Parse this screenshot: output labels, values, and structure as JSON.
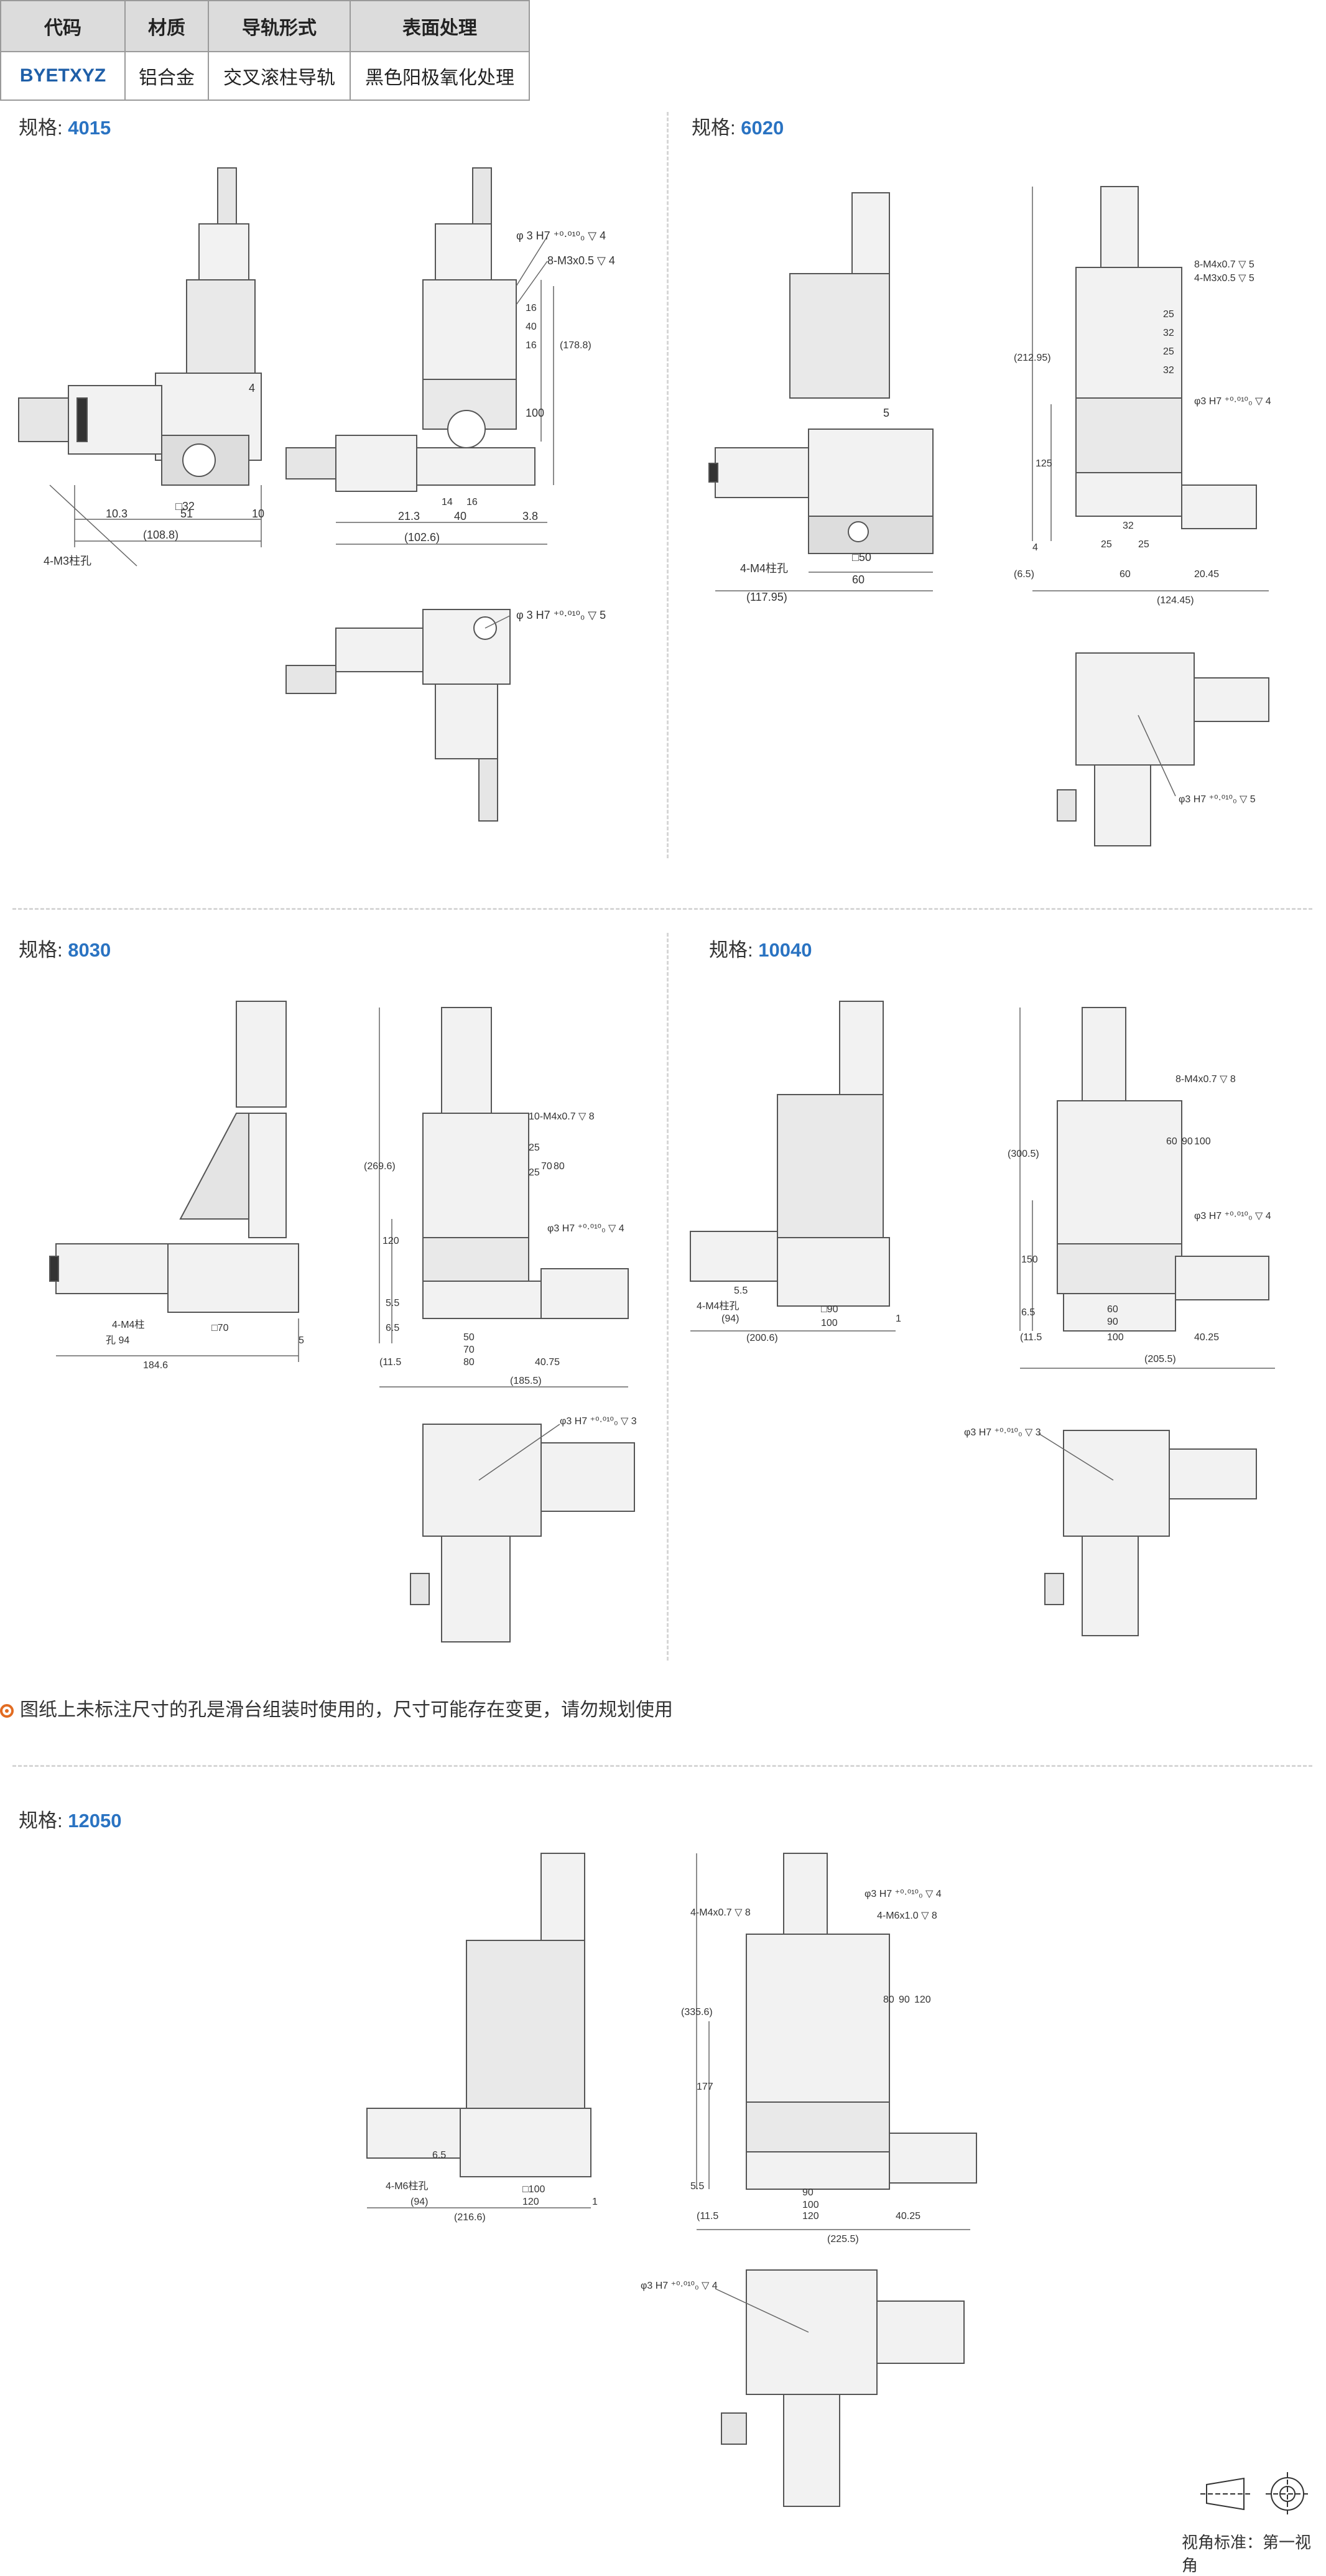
{
  "spec_table": {
    "headers": [
      "代码",
      "材质",
      "导轨形式",
      "表面处理"
    ],
    "row": [
      "BYETXYZ",
      "铝合金",
      "交叉滚柱导轨",
      "黑色阳极氧化处理"
    ]
  },
  "spec_label": "规格:",
  "sections": {
    "s4015": {
      "size": "4015",
      "dims": {
        "phi3_h7": "φ 3 H7 ⁺⁰·⁰¹⁰₀ ▽ 4",
        "m3": "8-M3x0.5 ▽ 4",
        "d16a": "16",
        "d40": "40",
        "d16b": "16",
        "d178": "(178.8)",
        "d100": "100",
        "d4": "4",
        "d10_3": "10.3",
        "d51": "51",
        "d10": "10",
        "d108": "(108.8)",
        "d32": "□32",
        "counterbore": "4-M3柱孔",
        "d21_3": "21.3",
        "d40b": "40",
        "d3_8": "3.8",
        "d102": "(102.6)",
        "d14": "14",
        "d16c": "16",
        "phi3_h7_b": "φ 3 H7 ⁺⁰·⁰¹⁰₀ ▽ 5"
      }
    },
    "s6020": {
      "size": "6020",
      "dims": {
        "d5": "5",
        "counterbore": "4-M4柱孔",
        "d50": "□50",
        "d60": "60",
        "d117": "(117.95)",
        "m4": "8-M4x0.7 ▽ 5",
        "m3": "4-M3x0.5 ▽ 5",
        "d25a": "25",
        "d32a": "32",
        "d25b": "25",
        "d32b": "32",
        "phi3": "φ3 H7 ⁺⁰·⁰¹⁰₀ ▽ 4",
        "d212": "(212.95)",
        "d125": "125",
        "d6_5": "(6.5)",
        "d4": "4",
        "d32c": "32",
        "d25c": "25",
        "d25d": "25",
        "d60b": "60",
        "d20_45": "20.45",
        "d124": "(124.45)",
        "phi3_b": "φ3 H7 ⁺⁰·⁰¹⁰₀ ▽ 5"
      }
    },
    "s8030": {
      "size": "8030",
      "dims": {
        "counterbore": "4-M4柱",
        "hole": "孔 94",
        "d70": "□70",
        "d184": "184.6",
        "d5": "5",
        "m4": "10-M4x0.7 ▽ 8",
        "d25a": "25",
        "d25b": "25",
        "d70b": "70",
        "d80": "80",
        "phi3": "φ3 H7 ⁺⁰·⁰¹⁰₀ ▽ 4",
        "d269": "(269.6)",
        "d120": "120",
        "d5_5": "5.5",
        "d6_5": "6.5",
        "d50": "50",
        "d70c": "70",
        "d11_5": "(11.5",
        "d80b": "80",
        "d40_75": "40.75",
        "d185": "(185.5)",
        "phi3_b": "φ3 H7 ⁺⁰·⁰¹⁰₀ ▽ 3"
      }
    },
    "s10040": {
      "size": "10040",
      "dims": {
        "d5_5": "5.5",
        "counterbore": "4-M4柱孔",
        "hole": "(94)",
        "d90": "□90",
        "d100": "100",
        "d200": "(200.6)",
        "d1": "1",
        "m4": "8-M4x0.7 ▽ 8",
        "d60": "60",
        "d90b": "90",
        "d100b": "100",
        "phi3": "φ3 H7 ⁺⁰·⁰¹⁰₀ ▽ 4",
        "d300": "(300.5)",
        "d150": "150",
        "d6_5": "6.5",
        "d60b": "60",
        "d90c": "90",
        "d11_5": "(11.5",
        "d100c": "100",
        "d40_25": "40.25",
        "d205": "(205.5)",
        "phi3_b": "φ3 H7 ⁺⁰·⁰¹⁰₀ ▽ 3"
      }
    },
    "s12050": {
      "size": "12050",
      "dims": {
        "d6_5": "6.5",
        "counterbore": "4-M6柱孔",
        "hole": "(94)",
        "d100": "□100",
        "d120": "120",
        "d216": "(216.6)",
        "d1": "1",
        "m4": "4-M4x0.7 ▽ 8",
        "phi3": "φ3 H7 ⁺⁰·⁰¹⁰₀ ▽ 4",
        "m6": "4-M6x1.0 ▽ 8",
        "d80": "80",
        "d90": "90",
        "d120b": "120",
        "d335": "(335.6)",
        "d177": "177",
        "d5_5": "5.5",
        "d90b": "90",
        "d100b": "100",
        "d11_5": "(11.5",
        "d120c": "120",
        "d40_25": "40.25",
        "d225": "(225.5)",
        "phi3_b": "φ3 H7 ⁺⁰·⁰¹⁰₀ ▽ 4"
      }
    }
  },
  "note": "图纸上未标注尺寸的孔是滑台组装时使用的，尺寸可能存在变更，请勿规划使用",
  "view_angle": "视角标准：第一视角"
}
